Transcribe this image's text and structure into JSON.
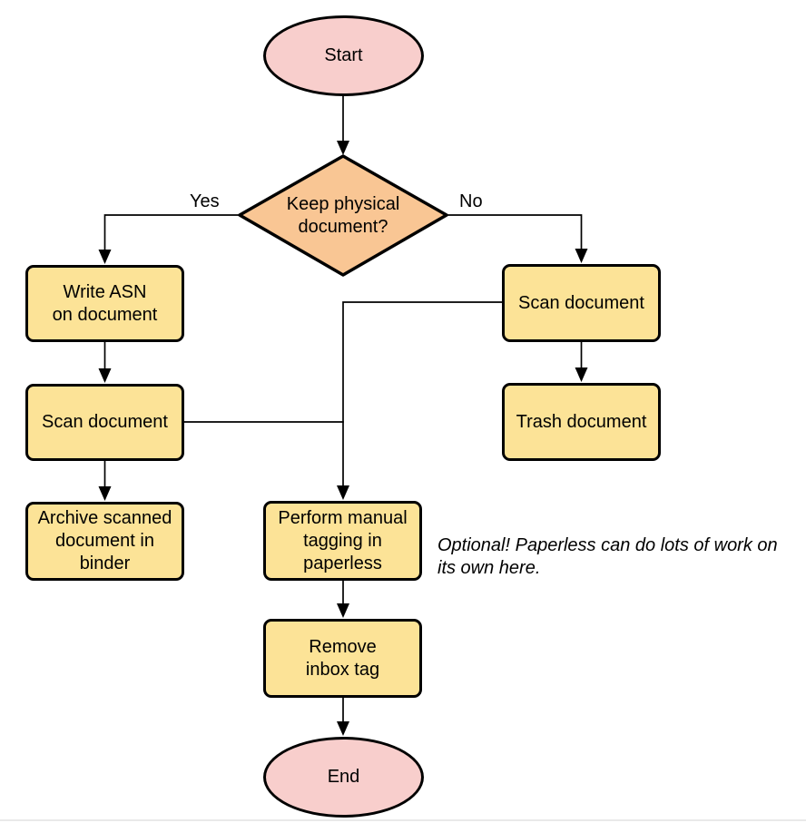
{
  "colors": {
    "background": "#ffffff",
    "terminal_fill": "#f8cecc",
    "decision_fill": "#f9c694",
    "process_fill": "#fce397",
    "stroke": "#000000",
    "text": "#000000",
    "page_edge": "#e9e9e9"
  },
  "diagram": {
    "type": "flowchart",
    "nodes": {
      "start": {
        "shape": "ellipse",
        "label": "Start"
      },
      "decision": {
        "shape": "diamond",
        "label": "Keep physical\ndocument?"
      },
      "write_asn": {
        "shape": "process",
        "label": "Write ASN\non document"
      },
      "scan_left": {
        "shape": "process",
        "label": "Scan document"
      },
      "archive": {
        "shape": "process",
        "label": "Archive scanned\ndocument in\nbinder"
      },
      "scan_right": {
        "shape": "process",
        "label": "Scan document"
      },
      "trash": {
        "shape": "process",
        "label": "Trash document"
      },
      "tagging": {
        "shape": "process",
        "label": "Perform manual\ntagging in\npaperless"
      },
      "remove_inbox": {
        "shape": "process",
        "label": "Remove\ninbox tag"
      },
      "end": {
        "shape": "ellipse",
        "label": "End"
      }
    },
    "edge_labels": {
      "yes": "Yes",
      "no": "No"
    },
    "edges": [
      "start -> decision",
      "decision -> write_asn (Yes)",
      "decision -> scan_right (No)",
      "write_asn -> scan_left",
      "scan_left -> archive",
      "scan_right -> trash",
      "scan_right -> tagging",
      "scan_left -> tagging",
      "tagging -> remove_inbox",
      "remove_inbox -> end"
    ],
    "annotation": "Optional! Paperless can do lots of work on\nits own here."
  }
}
